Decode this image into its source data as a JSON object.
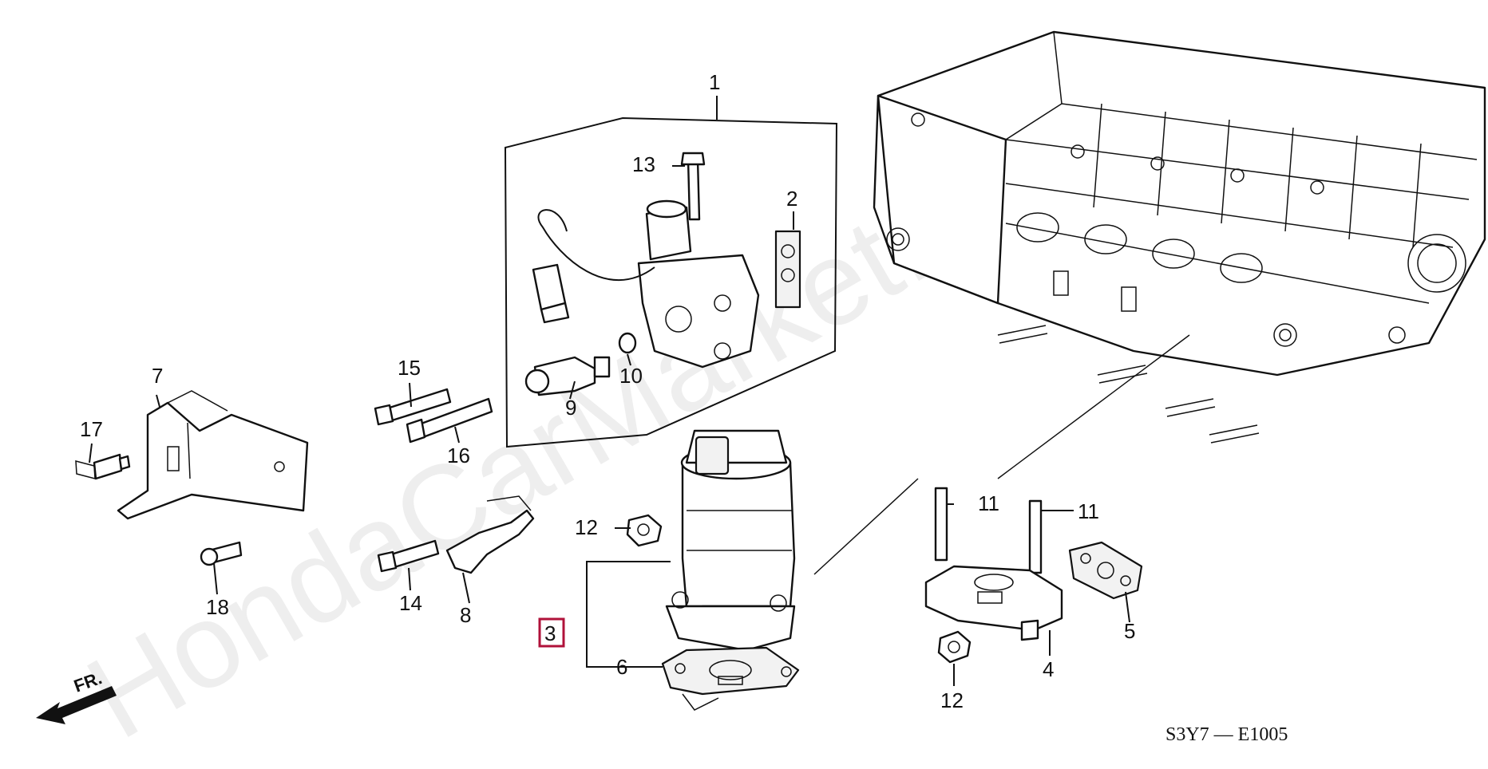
{
  "diagram": {
    "watermark": "HondaCarMarket.ru",
    "diagram_code": "S3Y7 — E1005",
    "front_indicator": "FR.",
    "highlighted_part": "3",
    "callouts": {
      "c1": "1",
      "c2": "2",
      "c3": "3",
      "c4": "4",
      "c5": "5",
      "c6": "6",
      "c7": "7",
      "c8": "8",
      "c9": "9",
      "c10": "10",
      "c11a": "11",
      "c11b": "11",
      "c12a": "12",
      "c12b": "12",
      "c13": "13",
      "c14": "14",
      "c15": "15",
      "c16": "16",
      "c17": "17",
      "c18": "18"
    },
    "colors": {
      "highlight": "#b0123a",
      "line": "#111111",
      "watermark": "#d9d9d9"
    }
  }
}
